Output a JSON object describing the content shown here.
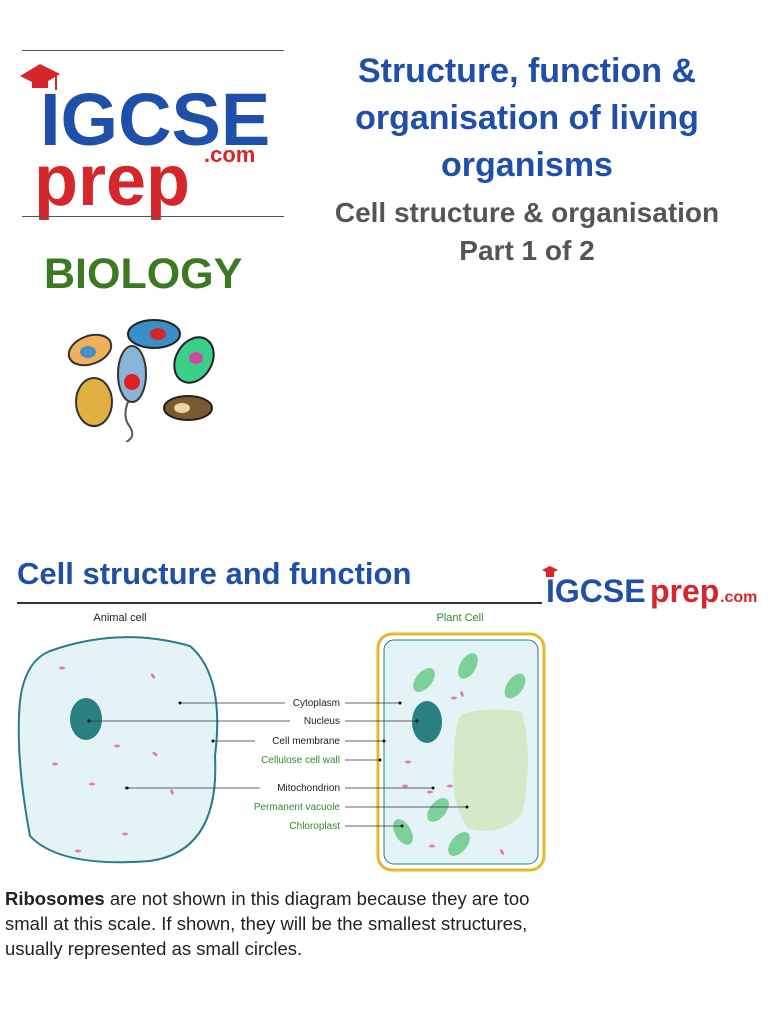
{
  "logo": {
    "main": "IGCSE",
    "sub": "prep",
    "suffix": ".com"
  },
  "header": {
    "title_lines": [
      "Structure, function &",
      "organisation of living",
      "organisms"
    ],
    "subtitle_lines": [
      "Cell structure & organisation",
      "Part 1 of 2"
    ],
    "subject": "BIOLOGY"
  },
  "section": {
    "title": "Cell structure and function"
  },
  "diagram": {
    "animal_title": "Animal cell",
    "plant_title": "Plant Cell",
    "labels": [
      {
        "text": "Cytoplasm",
        "color": "#222222"
      },
      {
        "text": "Nucleus",
        "color": "#222222"
      },
      {
        "text": "Cell membrane",
        "color": "#222222"
      },
      {
        "text": "Cellulose cell wall",
        "color": "#2f8a2f"
      },
      {
        "text": "Mitochondrion",
        "color": "#222222"
      },
      {
        "text": "Permanent vacuole",
        "color": "#2f8a2f"
      },
      {
        "text": "Chloroplast",
        "color": "#2f8a2f"
      }
    ]
  },
  "note": {
    "bold": "Ribosomes",
    "text": " are not shown in this diagram because they are too small at this scale. If shown, they will be the smallest structures, usually represented as small circles."
  },
  "colors": {
    "brand_blue": "#1f4fa8",
    "brand_red": "#d4262b",
    "biology_green": "#3b7a22",
    "cell_wall": "#e6b92a",
    "nucleus": "#2a8080"
  }
}
